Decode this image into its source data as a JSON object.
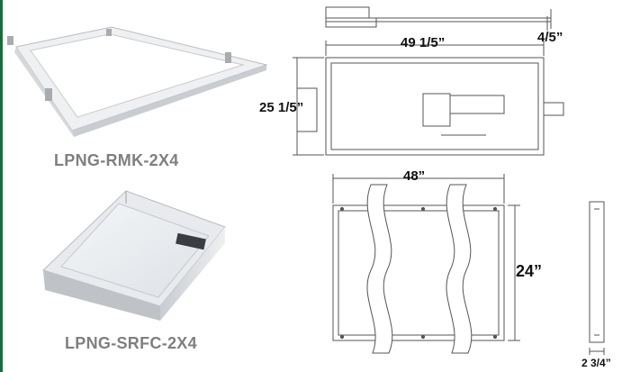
{
  "colors": {
    "accent_bar": "#1a6b3c",
    "caption": "#7f7f7f",
    "line": "#555555",
    "text": "#111111"
  },
  "products": [
    {
      "model": "LPNG-RMK-2X4"
    },
    {
      "model": "LPNG-SRFC-2X4"
    }
  ],
  "drawing_top": {
    "width_label": "49 1/5”",
    "height_label": "25 1/5”",
    "depth_label": "4/5”"
  },
  "drawing_bottom": {
    "width_label": "48”",
    "height_label": "24”",
    "depth_label": "2 3/4”"
  }
}
